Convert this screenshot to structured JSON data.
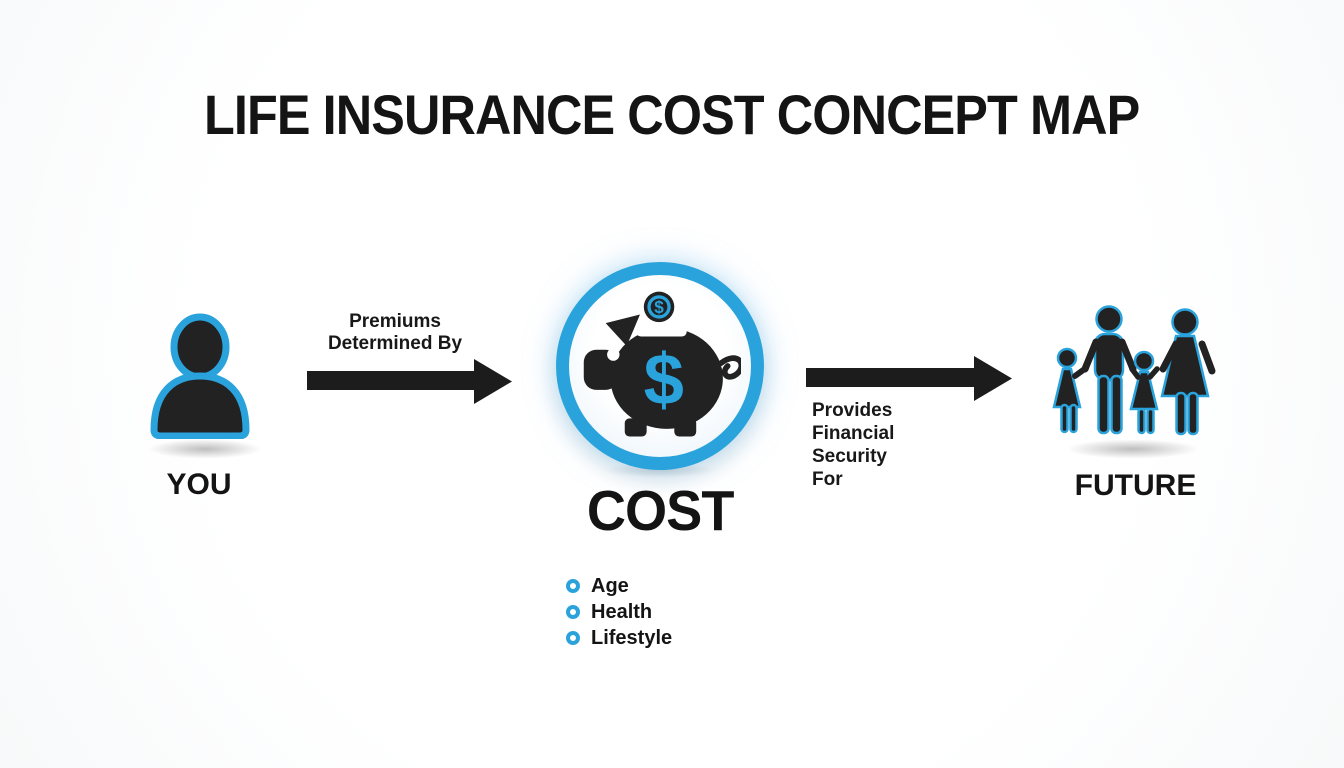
{
  "title": "LIFE INSURANCE COST CONCEPT MAP",
  "colors": {
    "accent_blue": "#2aa3dc",
    "icon_dark": "#222222",
    "arrow_black": "#1c1c1c",
    "text_dark": "#141414",
    "background": "#fcfcfc"
  },
  "nodes": {
    "you": {
      "label": "YOU",
      "icon": "person-icon"
    },
    "cost": {
      "label": "COST",
      "icon": "piggy-bank-icon",
      "currency_symbol": "$",
      "factors": [
        {
          "label": "Age"
        },
        {
          "label": "Health"
        },
        {
          "label": "Lifestyle"
        }
      ]
    },
    "future": {
      "label": "FUTURE",
      "icon": "family-icon"
    }
  },
  "edges": {
    "you_to_cost": {
      "lines": [
        "Premiums",
        "Determined By"
      ]
    },
    "cost_to_future": {
      "lines": [
        "Provides",
        "Financial",
        "Security",
        "For"
      ]
    }
  }
}
